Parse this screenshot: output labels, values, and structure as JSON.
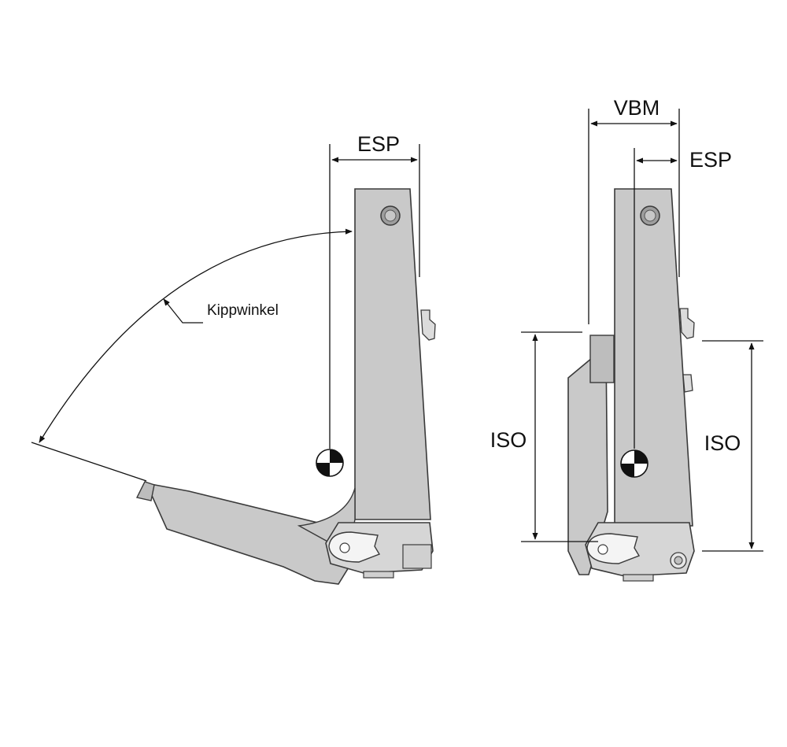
{
  "labels": {
    "esp_left": "ESP",
    "kippwinkel": "Kippwinkel",
    "vbm": "VBM",
    "esp_right": "ESP",
    "iso_left": "ISO",
    "iso_right": "ISO"
  },
  "colors": {
    "body_fill": "#c9c9c9",
    "body_stroke": "#3a3a3a",
    "dimension_line": "#111111",
    "highlight": "#e8e8e8"
  },
  "icons": {
    "center_of_gravity": "center-of-gravity-icon",
    "bolt": "bolt-icon",
    "pin_slot": "pin-slot-icon"
  }
}
